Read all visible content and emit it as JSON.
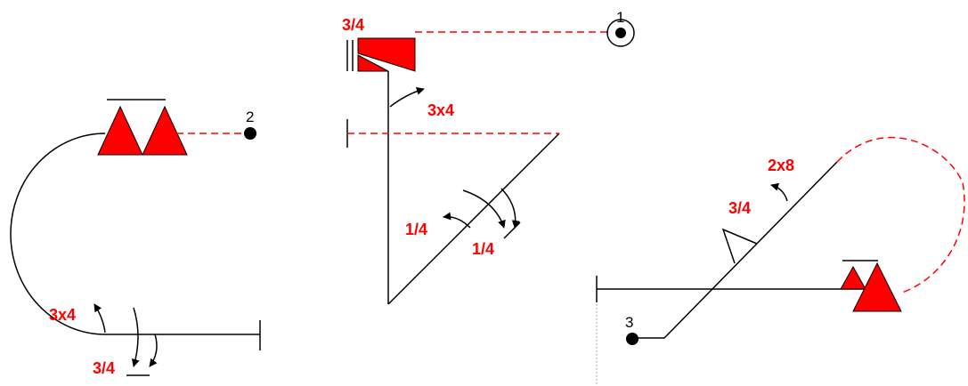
{
  "colors": {
    "line": "#000000",
    "accent": "#ff0000",
    "background": "#ffffff"
  },
  "figure1": {
    "point_label": "1",
    "top_label": "3/4",
    "arrow_label": "3x4",
    "left_arc_label": "1/4",
    "right_arc_label": "1/4"
  },
  "figure2": {
    "point_label": "2",
    "arc_label": "3x4",
    "bottom_label": "3/4"
  },
  "figure3": {
    "point_label": "3",
    "top_label": "2x8",
    "side_label": "3/4"
  }
}
